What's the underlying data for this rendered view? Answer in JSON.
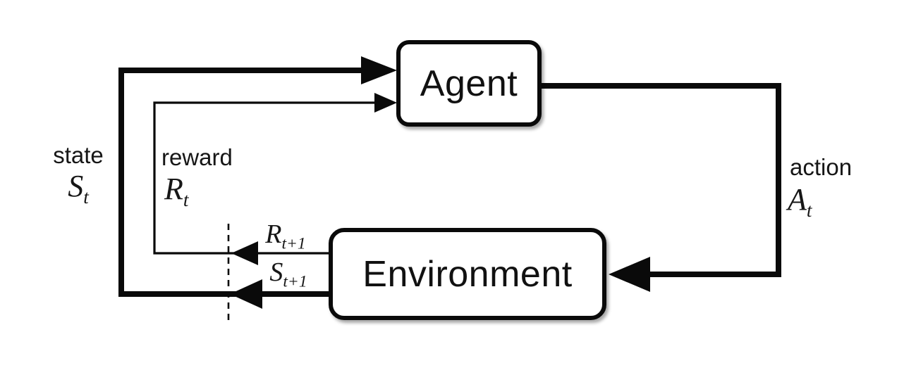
{
  "boxes": {
    "agent": {
      "label": "Agent"
    },
    "environment": {
      "label": "Environment"
    }
  },
  "labels": {
    "state": {
      "word": "state",
      "symbol_base": "S",
      "symbol_sub": "t"
    },
    "reward": {
      "word": "reward",
      "symbol_base": "R",
      "symbol_sub": "t"
    },
    "action": {
      "word": "action",
      "symbol_base": "A",
      "symbol_sub": "t"
    },
    "next_reward": {
      "symbol_base": "R",
      "symbol_sub": "t+1"
    },
    "next_state": {
      "symbol_base": "S",
      "symbol_sub": "t+1"
    }
  },
  "colors": {
    "line": "#0a0a0a",
    "background": "#ffffff",
    "box_fill": "#ffffff",
    "text": "#161616"
  }
}
